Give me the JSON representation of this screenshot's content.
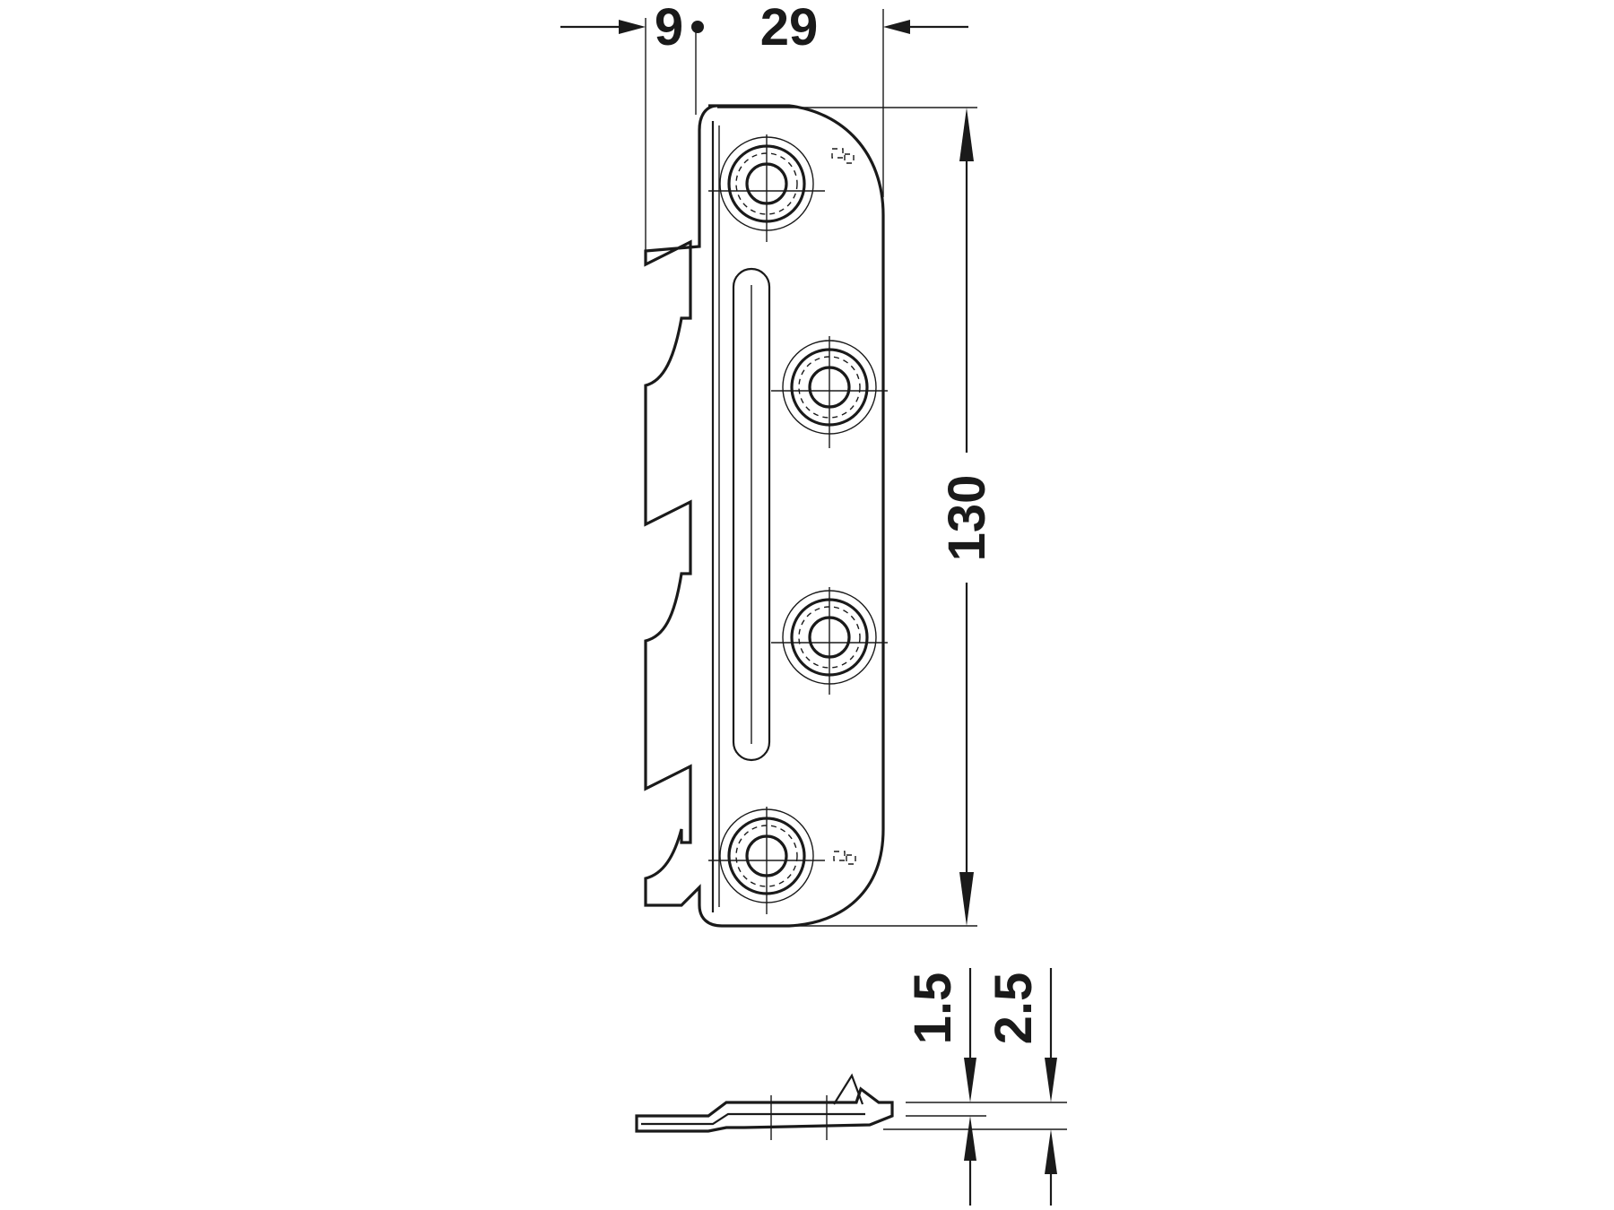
{
  "dimensions": {
    "offset_left": "9",
    "width": "29",
    "length": "130",
    "plate_thickness": "1.5",
    "total_thickness": "2.5"
  },
  "colors": {
    "line": "#1a1a1a",
    "background": "#ffffff"
  }
}
